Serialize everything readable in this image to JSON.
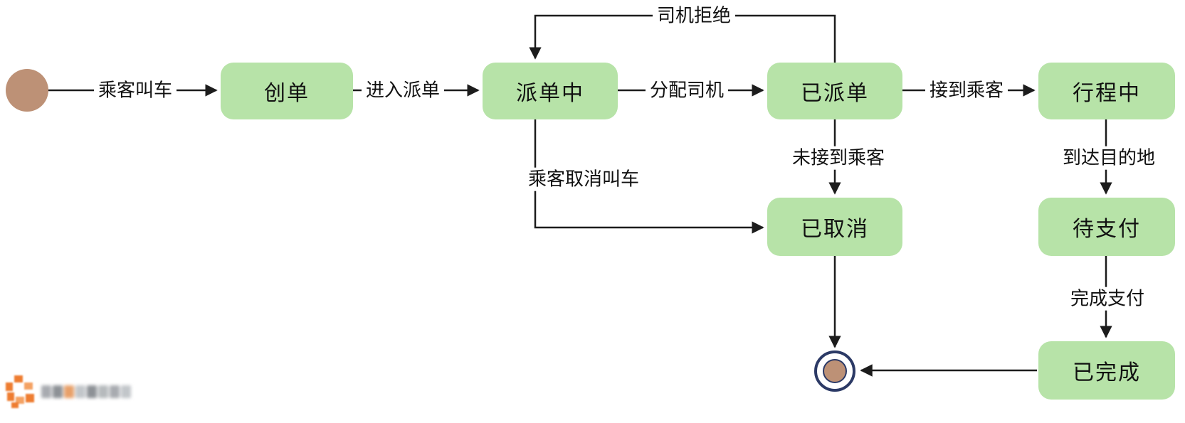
{
  "diagram": {
    "nodes": {
      "create_order": {
        "label": "创单"
      },
      "dispatching": {
        "label": "派单中"
      },
      "dispatched": {
        "label": "已派单"
      },
      "in_trip": {
        "label": "行程中"
      },
      "cancelled": {
        "label": "已取消"
      },
      "pending_payment": {
        "label": "待支付"
      },
      "completed": {
        "label": "已完成"
      }
    },
    "edges": {
      "passenger_call": {
        "label": "乘客叫车"
      },
      "enter_dispatch": {
        "label": "进入派单"
      },
      "assign_driver": {
        "label": "分配司机"
      },
      "pickup_passenger": {
        "label": "接到乘客"
      },
      "driver_reject": {
        "label": "司机拒绝"
      },
      "passenger_cancel": {
        "label": "乘客取消叫车"
      },
      "not_picked_up": {
        "label": "未接到乘客"
      },
      "arrive_destination": {
        "label": "到达目的地"
      },
      "complete_payment": {
        "label": "完成支付"
      }
    },
    "colors": {
      "node_fill": "#b7e3a8",
      "line": "#1c1c1c",
      "start_fill": "#bd9176",
      "end_ring": "#2c3a66",
      "end_core": "#bd9176"
    }
  }
}
